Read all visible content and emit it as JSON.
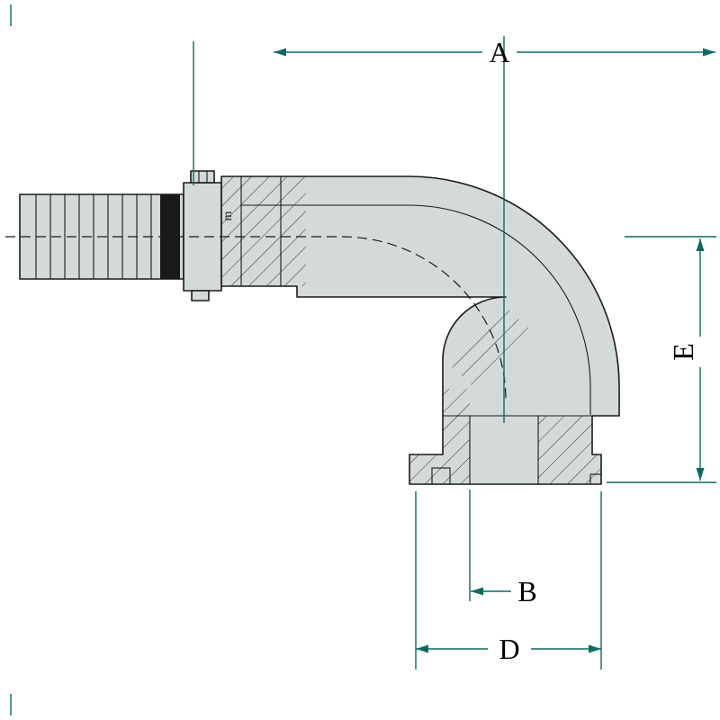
{
  "drawing": {
    "type": "technical-dimension-drawing",
    "subject": "90-degree flange hose fitting",
    "labels": {
      "a": "A",
      "b": "B",
      "d": "D",
      "e": "E"
    },
    "stamp": "m",
    "colors": {
      "dimension_line": "#0e6a5f",
      "outline": "#1a1a1a",
      "body_fill": "#d3dad9",
      "background": "#ffffff",
      "label_text": "#000000"
    }
  }
}
